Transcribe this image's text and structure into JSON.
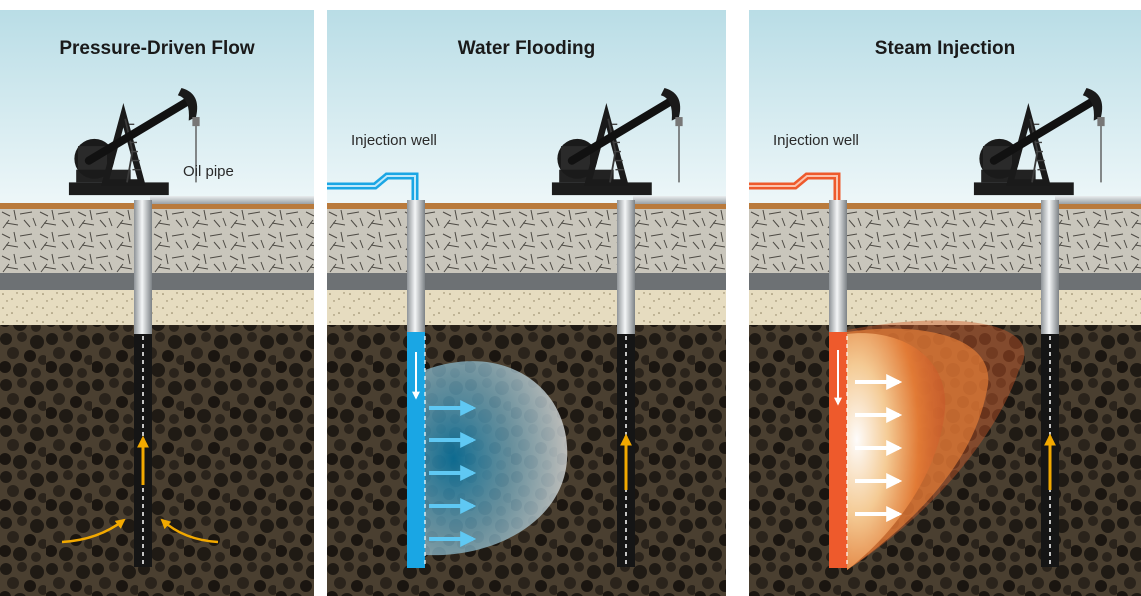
{
  "panels": [
    {
      "title": "Pressure-Driven Flow",
      "label": "Oil pipe"
    },
    {
      "title": "Water Flooding",
      "label": "Injection well"
    },
    {
      "title": "Steam Injection",
      "label": "Injection well"
    }
  ],
  "colors": {
    "sky_top": "#b9dde6",
    "sky_bottom": "#eef7f9",
    "topsoil": "#b97a3c",
    "gravel": "#c9c6bc",
    "shale": "#6d7174",
    "sand": "#e6dcc0",
    "reservoir": "#4a3f30",
    "oil_well": "#151515",
    "flow_arrow": "#f2a900",
    "water": "#1aa6e4",
    "steam": "#ee5a2c"
  }
}
